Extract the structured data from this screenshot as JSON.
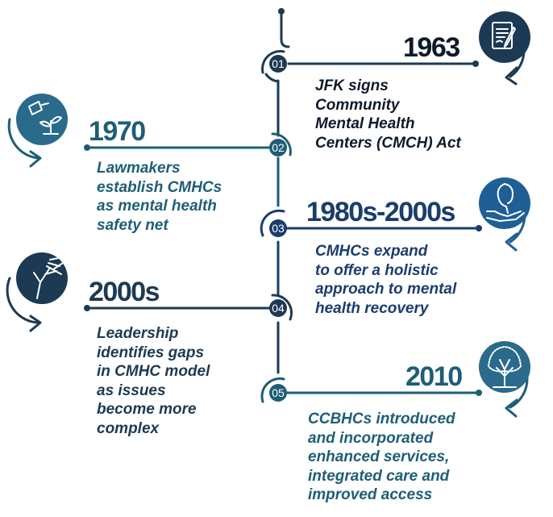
{
  "colors": {
    "navy": "#1d3a52",
    "teal": "#1e5e75",
    "blue": "#1a3d6b",
    "icon_bg": "#2a6a8a",
    "icon_bg_dark": "#1c3a54",
    "icon_bg_blue": "#1f5f95"
  },
  "events": [
    {
      "number": "01",
      "year": "1963",
      "description": "JFK signs\nCommunity\nMental Health\nCenters (CMCH) Act",
      "icon": "document-signing-icon"
    },
    {
      "number": "02",
      "year": "1970",
      "description": "Lawmakers\nestablish CMHCs\nas mental health\nsafety net",
      "icon": "watering-plant-icon"
    },
    {
      "number": "03",
      "year": "1980s-2000s",
      "description": "CMHCs expand\nto offer a holistic\napproach to mental\nhealth recovery",
      "icon": "hand-holding-head-icon"
    },
    {
      "number": "04",
      "year": "2000s",
      "description": "Leadership\nidentifies gaps\nin CMHC model\nas issues\nbecome more\ncomplex",
      "icon": "wind-blown-tree-icon"
    },
    {
      "number": "05",
      "year": "2010",
      "description": "CCBHCs introduced\nand incorporated\nenhanced services,\nintegrated care and\nimproved access",
      "icon": "tree-of-life-icon"
    }
  ]
}
